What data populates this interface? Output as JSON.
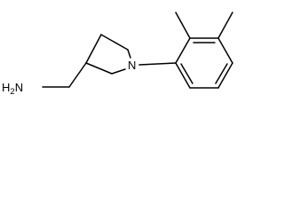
{
  "structure": {
    "atoms": [
      {
        "id": "amine",
        "label": "H",
        "subscript": "2",
        "suffix": "N"
      },
      {
        "id": "ring-nitrogen",
        "label": "N"
      }
    ]
  },
  "colors": {
    "bond": "#000000",
    "text": "#000000",
    "background": "#ffffff"
  }
}
